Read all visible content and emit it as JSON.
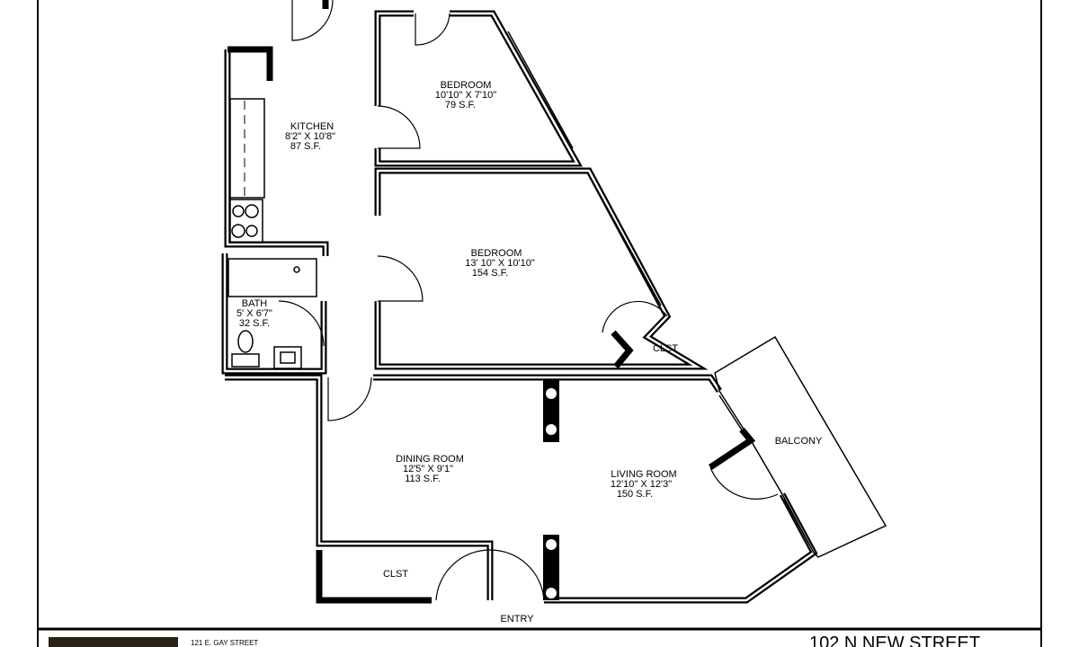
{
  "rooms": {
    "bedroom_small": {
      "name": "BEDROOM",
      "dims": "10'10\" X 7'10\"",
      "area": "79 S.F."
    },
    "kitchen": {
      "name": "KITCHEN",
      "dims": "8'2\" X 10'8\"",
      "area": "87 S.F."
    },
    "bedroom_large": {
      "name": "BEDROOM",
      "dims": "13' 10\" X 10'10\"",
      "area": "154 S.F."
    },
    "bath": {
      "name": "BATH",
      "dims": "5' X 6'7\"",
      "area": "32 S.F."
    },
    "closet_bedroom": {
      "name": "CLST"
    },
    "dining": {
      "name": "DINING ROOM",
      "dims": "12'5\" X 9'1\"",
      "area": "113 S.F."
    },
    "living": {
      "name": "LIVING ROOM",
      "dims": "12'10\" X 12'3\"",
      "area": "150 S.F."
    },
    "balcony": {
      "name": "BALCONY"
    },
    "closet_entry": {
      "name": "CLST"
    },
    "entry": {
      "name": "ENTRY"
    }
  },
  "footer": {
    "office_address": "121 E. GAY STREET",
    "property_address": "102 N NEW STREET"
  }
}
